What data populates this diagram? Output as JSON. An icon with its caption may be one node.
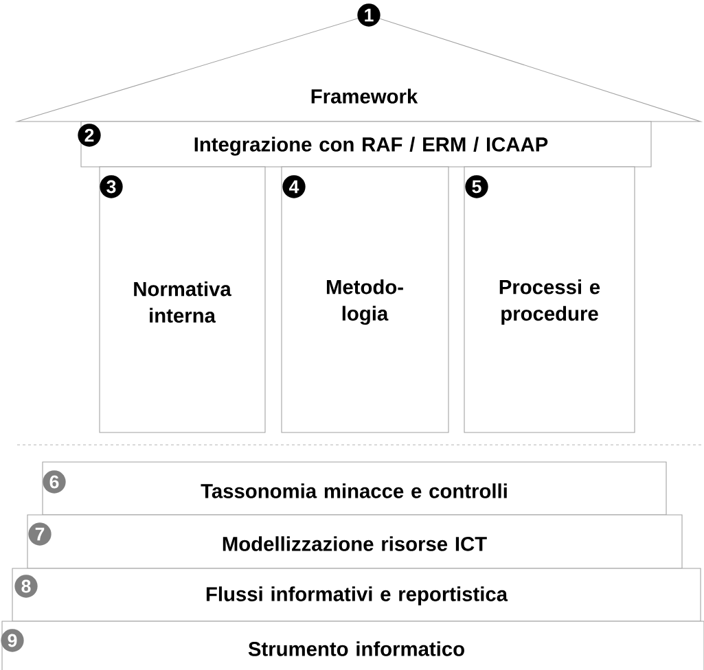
{
  "diagram": {
    "nodes": [
      {
        "text": [
          "1",
          "Framework"
        ]
      },
      {
        "text": [
          "2",
          "Integrazione con RAF / ERM / ICAAP"
        ]
      },
      {
        "text": [
          "3",
          "Normativa interna"
        ]
      },
      {
        "text": [
          "4",
          "Metodo- logia"
        ]
      },
      {
        "text": [
          "5",
          "Processi e procedure"
        ]
      },
      {
        "text": [
          "6",
          "Tassonomia minacce e controlli"
        ]
      },
      {
        "text": [
          "7",
          "Modellizzazione risorse ICT"
        ]
      },
      {
        "text": [
          "8",
          "Flussi informativi e reportistica"
        ]
      },
      {
        "text": [
          "9",
          "Strumento informatico"
        ]
      }
    ]
  }
}
